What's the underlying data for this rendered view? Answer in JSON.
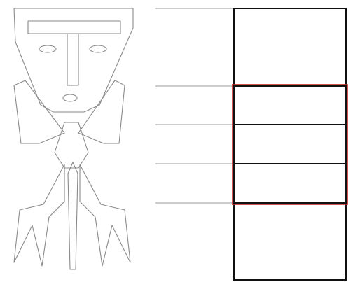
{
  "figure": {
    "colors": {
      "background": "#ffffff",
      "figure_outline": "#8a8a8a",
      "guide_lines": "#9a9a9a",
      "panel_border": "#111111",
      "highlight_border": "#c62828"
    },
    "panel_sections": 5,
    "highlighted_sections": [
      2,
      3
    ]
  }
}
